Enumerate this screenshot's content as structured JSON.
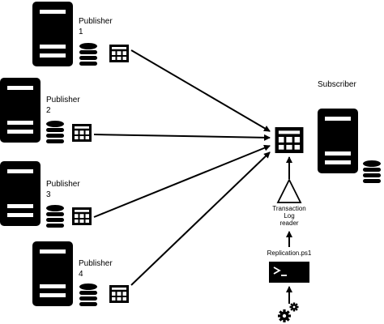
{
  "publishers": [
    {
      "name": "Publisher",
      "number": "1"
    },
    {
      "name": "Publisher",
      "number": "2"
    },
    {
      "name": "Publisher",
      "number": "3"
    },
    {
      "name": "Publisher",
      "number": "4"
    }
  ],
  "subscriber": {
    "label": "Subscriber"
  },
  "log_reader": {
    "line1": "Transaction",
    "line2": "Log",
    "line3": "reader"
  },
  "script": {
    "label": "Replication.ps1"
  },
  "colors": {
    "ink": "#000000",
    "background": "#ffffff"
  },
  "icons": [
    "server-icon",
    "database-icon",
    "table-icon",
    "triangle-icon",
    "terminal-icon",
    "gear-icon"
  ]
}
